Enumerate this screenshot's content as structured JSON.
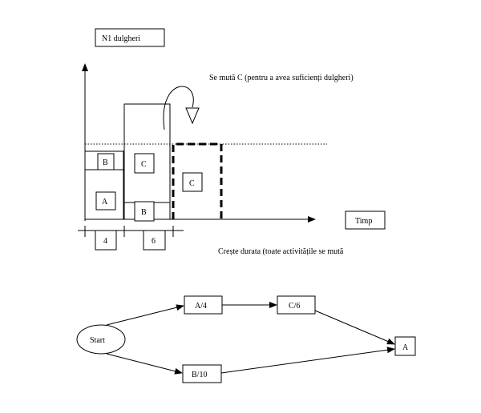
{
  "resource_chart": {
    "y_axis_label": "N1 dulgheri",
    "x_axis_label": "Timp",
    "move_note": "Se mută C (pentru a avea suficienți dulgheri)",
    "duration_note": "Crește durata (toate activitățile se mută",
    "blocks": {
      "a": "A",
      "b_upper": "B",
      "b_lower": "B",
      "c_original": "C",
      "c_moved": "C"
    },
    "durations": [
      "4",
      "6"
    ]
  },
  "network": {
    "start": "Start",
    "node_a": "A/4",
    "node_b": "B/10",
    "node_c": "C/6",
    "node_end": "A"
  }
}
